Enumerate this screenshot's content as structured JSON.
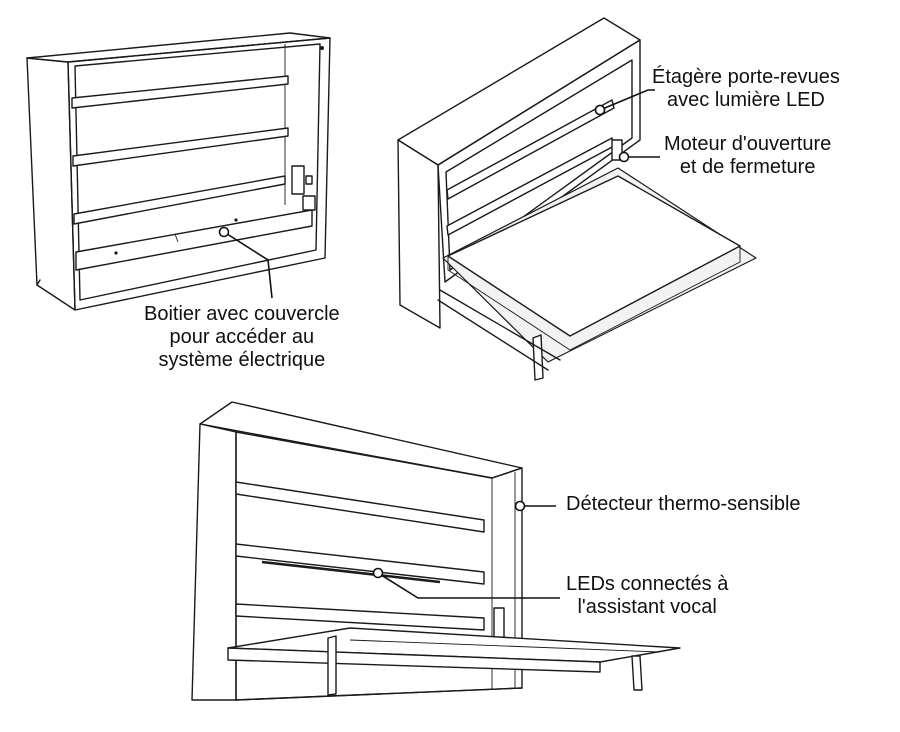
{
  "callouts": {
    "shelf_led": {
      "line1": "Étagère porte-revues",
      "line2": "avec lumière LED"
    },
    "motor": {
      "line1": "Moteur d'ouverture",
      "line2": "et de fermeture"
    },
    "electrical_box": {
      "line1": "Boitier avec couvercle",
      "line2": "pour accéder au",
      "line3": "système électrique"
    },
    "heat_detector": {
      "line1": "Détecteur thermo-sensible"
    },
    "leds_voice": {
      "line1": "LEDs connectés à",
      "line2": "l'assistant vocal"
    }
  }
}
